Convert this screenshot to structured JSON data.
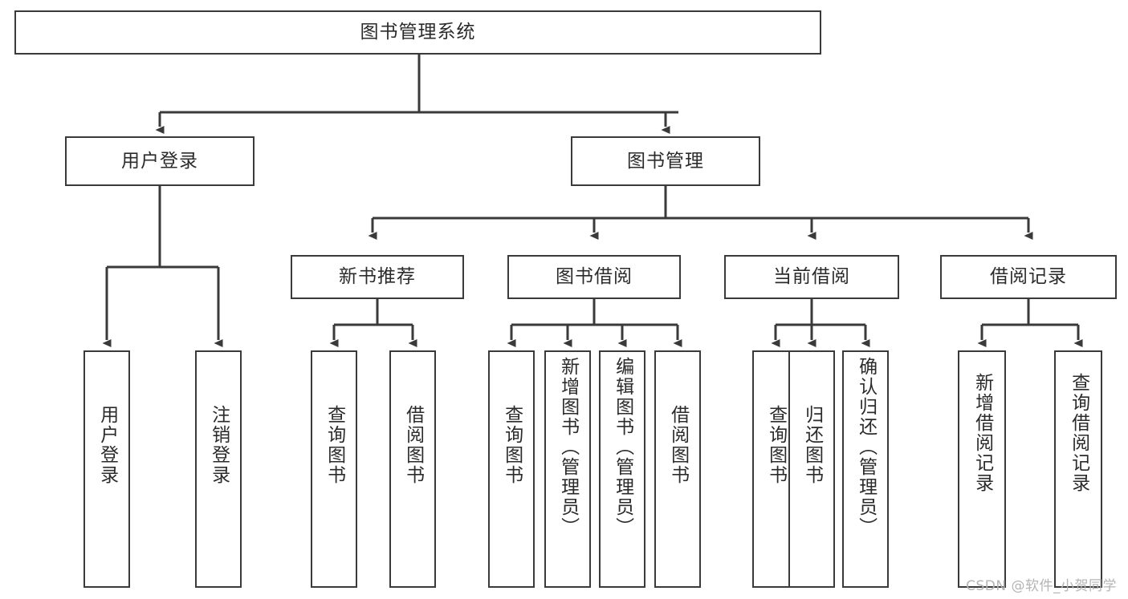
{
  "diagram": {
    "type": "tree-hierarchy-chart",
    "title": "图书管理系统",
    "stroke_color": "#3a3a3a",
    "text_color": "#2b2b2b",
    "background_color": "#ffffff",
    "watermark": "CSDN @软件_小贺同学"
  },
  "root": {
    "label": "图书管理系统"
  },
  "level2": [
    {
      "label": "用户登录"
    },
    {
      "label": "图书管理"
    }
  ],
  "level3": [
    {
      "label": "新书推荐"
    },
    {
      "label": "图书借阅"
    },
    {
      "label": "当前借阅"
    },
    {
      "label": "借阅记录"
    }
  ],
  "leaves": {
    "user_login": [
      {
        "label": "用户登录"
      },
      {
        "label": "注销登录"
      }
    ],
    "new_book_recommend": [
      {
        "label": "查询图书"
      },
      {
        "label": "借阅图书"
      }
    ],
    "book_borrow": [
      {
        "label": "查询图书"
      },
      {
        "label": "新增图书（管理员）"
      },
      {
        "label": "编辑图书（管理员）"
      },
      {
        "label": "借阅图书"
      }
    ],
    "current_borrow": [
      {
        "label": "查询图书"
      },
      {
        "label": "归还图书"
      },
      {
        "label": "确认归还（管理员）"
      }
    ],
    "borrow_record": [
      {
        "label": "新增借阅记录"
      },
      {
        "label": "查询借阅记录"
      }
    ]
  }
}
